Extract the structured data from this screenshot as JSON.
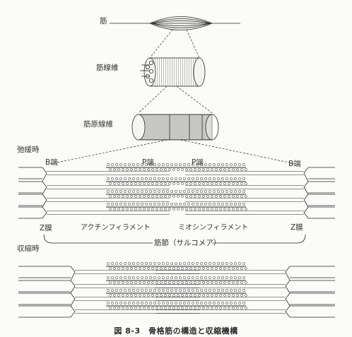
{
  "labels": {
    "muscle": "筋",
    "muscle_fiber": "筋線維",
    "myofibril": "筋原線維",
    "relaxed": "弛緩時",
    "contracted": "収縮時",
    "b_end_left": "B端",
    "b_end_right": "B端",
    "p_end_left": "P端",
    "p_end_right": "P端",
    "z_band_left": "Z膜",
    "z_band_right": "Z膜",
    "actin": "アクチンフィラメント",
    "myosin": "ミオシンフィラメント",
    "sarcomere": "筋節（サルコメア）"
  },
  "caption": "図 8-3　骨格筋の構造と収縮機構",
  "colors": {
    "ink": "#2a2a2a",
    "paper": "#fbfbf9"
  }
}
